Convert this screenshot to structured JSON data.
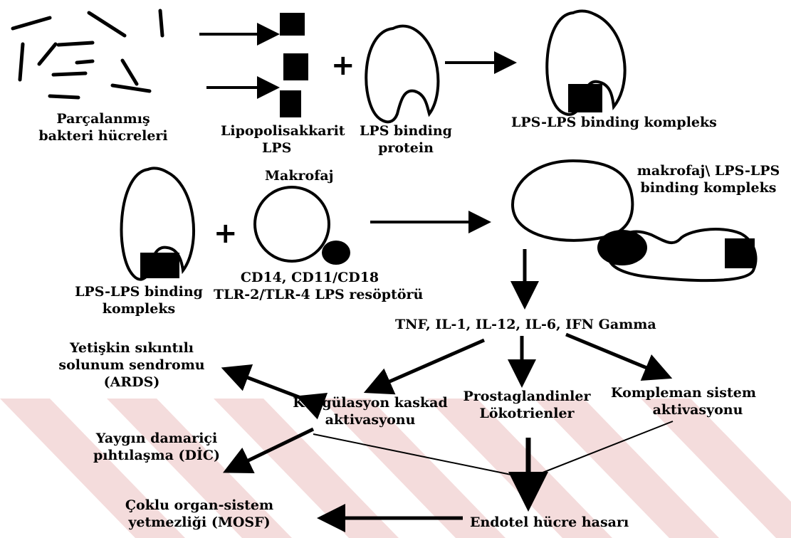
{
  "labels": {
    "fragmented_bacteria": [
      "Parçalanmış",
      "bakteri hücreleri"
    ],
    "lipopolysaccharide": [
      "Lipopolisakkarit",
      "LPS"
    ],
    "lps_binding_protein": [
      "LPS binding",
      "protein"
    ],
    "lps_complex_top": "LPS-LPS binding kompleks",
    "macrophage": "Makrofaj",
    "macrophage_complex": [
      "makrofaj\\ LPS-LPS",
      "binding kompleks"
    ],
    "lps_complex_left": [
      "LPS-LPS binding",
      "kompleks"
    ],
    "receptors": [
      "CD14, CD11/CD18",
      "TLR-2/TLR-4 LPS resöptörü"
    ],
    "cytokines": "TNF, IL-1, IL-12, IL-6, IFN Gamma",
    "ards": [
      "Yetişkin sıkıntılı",
      "solunum sendromu",
      "(ARDS)"
    ],
    "coagulation": [
      "Koagülasyon kaskad",
      "aktivasyonu"
    ],
    "prostaglandins": [
      "Prostaglandinler",
      "Lökotrienler"
    ],
    "complement": [
      "Kompleman sistem",
      "aktivasyonu"
    ],
    "dic": [
      "Yaygın damariçi",
      "pıhtılaşma (DİC)"
    ],
    "mosf": [
      "Çoklu organ-sistem",
      "yetmezliği (MOSF)"
    ],
    "endothelial": "Endotel hücre hasarı"
  },
  "symbols": {
    "plus": "+"
  },
  "colors": {
    "ink": "#000000",
    "watermark": "#f4dcdc"
  }
}
